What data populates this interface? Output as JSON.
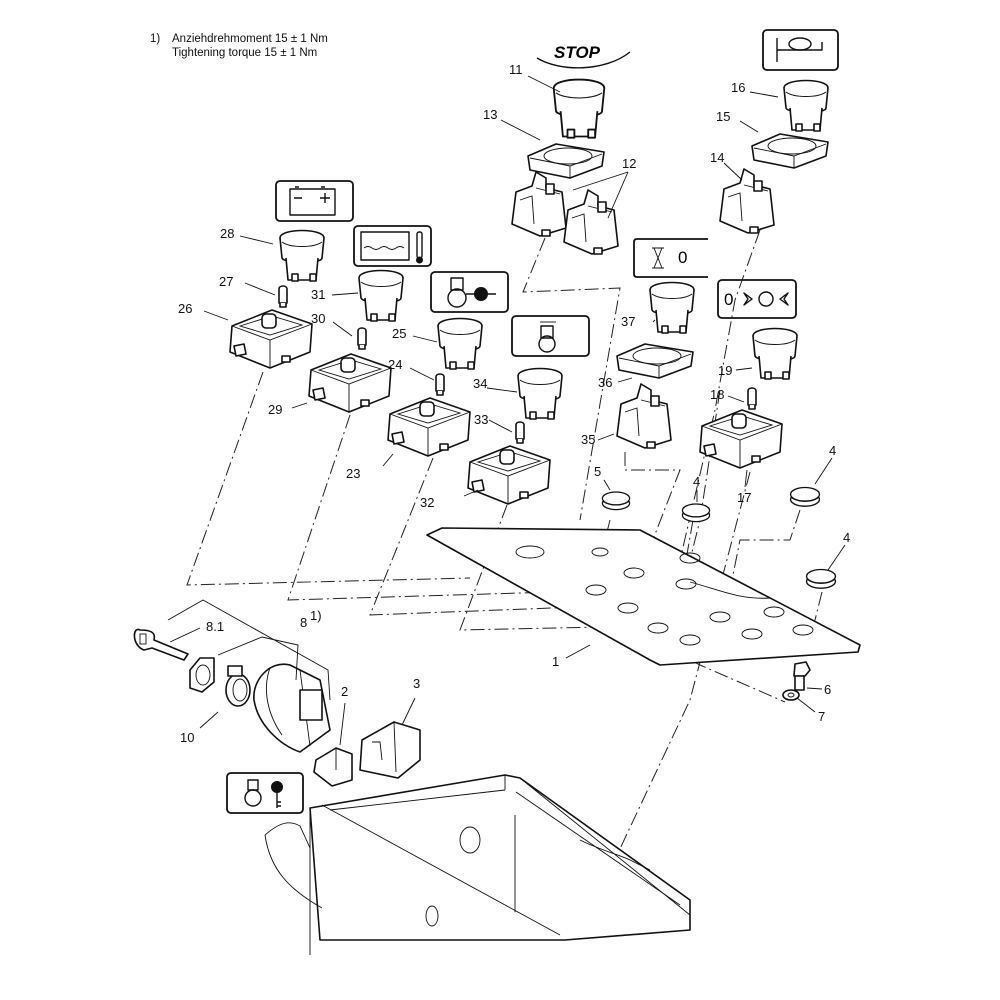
{
  "note": {
    "marker": "1)",
    "line_de": "Anziehdrehmoment 15 ± 1 Nm",
    "line_en": "Tightening torque 15 ± 1 Nm"
  },
  "symbols": {
    "stop_label": "STOP",
    "zero_a": "0",
    "zero_b": "0"
  },
  "callouts": {
    "c1": "1",
    "c2": "2",
    "c3": "3",
    "c4a": "4",
    "c4b": "4",
    "c4c": "4",
    "c5": "5",
    "c6": "6",
    "c7": "7",
    "c8": "8",
    "c8_sup": "1)",
    "c8_1": "8.1",
    "c10": "10",
    "c11": "11",
    "c12": "12",
    "c13": "13",
    "c14": "14",
    "c15": "15",
    "c16": "16",
    "c17": "17",
    "c18": "18",
    "c19": "19",
    "c23": "23",
    "c24": "24",
    "c25": "25",
    "c26": "26",
    "c27": "27",
    "c28": "28",
    "c29": "29",
    "c30": "30",
    "c31": "31",
    "c32": "32",
    "c33": "33",
    "c34": "34",
    "c35": "35",
    "c36": "36",
    "c37": "37"
  }
}
